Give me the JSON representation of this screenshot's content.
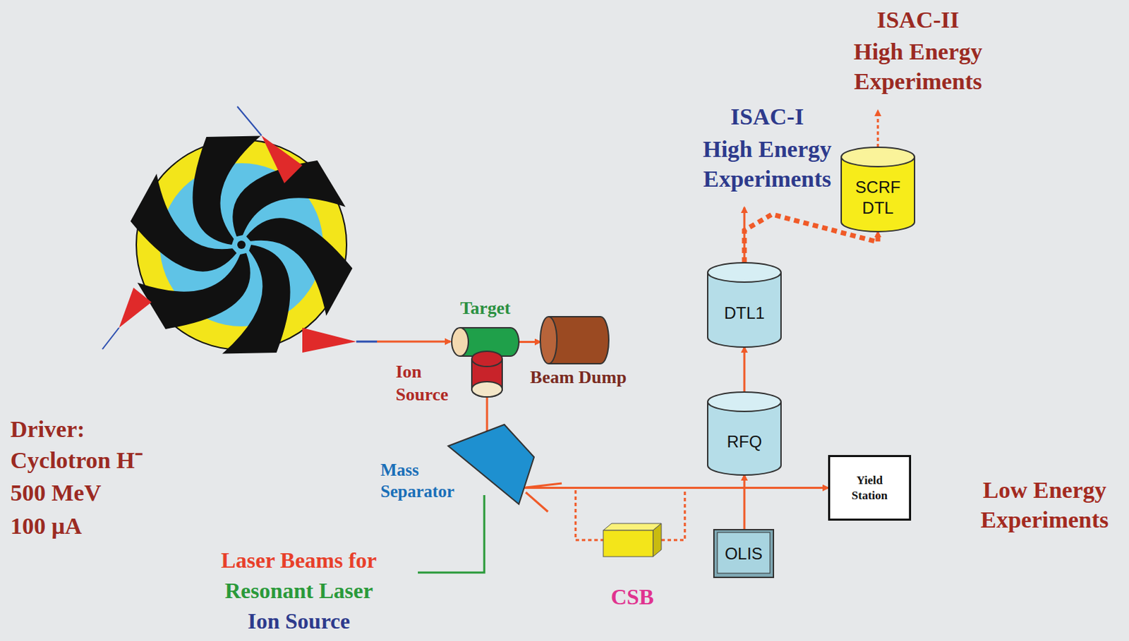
{
  "diagram": {
    "nodes": [
      {
        "text": [
          "Target"
        ]
      },
      {
        "text": [
          "Ion Source"
        ]
      },
      {
        "text": [
          "Beam Dump"
        ]
      },
      {
        "text": [
          "Mass Separator"
        ]
      },
      {
        "text": [
          "SCRF DTL"
        ]
      },
      {
        "text": [
          "DTL1"
        ]
      },
      {
        "text": [
          "RFQ"
        ]
      },
      {
        "text": [
          "Yield Station"
        ]
      },
      {
        "text": [
          "CSB"
        ]
      },
      {
        "text": [
          "OLIS"
        ]
      }
    ],
    "edges": [
      {
        "from": 0,
        "to": 2,
        "arrow": "to"
      },
      {
        "from": 1,
        "to": 3,
        "arrow": "none"
      },
      {
        "from": 3,
        "to": 7,
        "arrow": "to"
      },
      {
        "from": 3,
        "to": 8,
        "arrow": "none"
      },
      {
        "from": 9,
        "to": 6,
        "arrow": "to"
      },
      {
        "from": 6,
        "to": 5,
        "arrow": "to"
      },
      {
        "from": 5,
        "to": 4,
        "arrow": "to"
      }
    ],
    "labels": [
      "ISAC-II",
      "High Energy Experiments",
      "ISAC-I",
      "High Energy Experiments",
      "Driver:",
      "Cyclotron H⁻",
      "500 MeV",
      "100 μA",
      "Laser Beams for",
      "Resonant Laser",
      "Ion Source",
      "Low Energy Experiments"
    ]
  }
}
